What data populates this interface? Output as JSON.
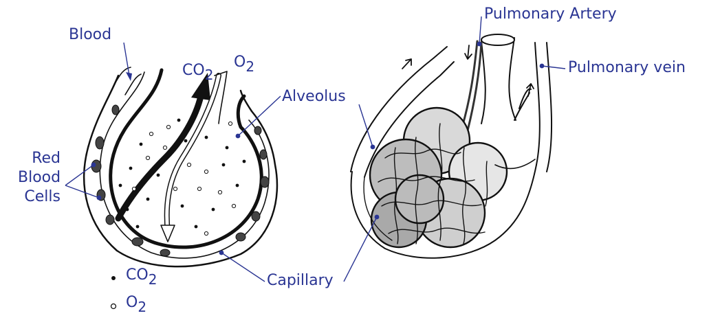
{
  "labels": {
    "blood": "Blood",
    "co2_main": "CO",
    "co2_main_sub": "2",
    "o2_main": "O",
    "o2_main_sub": "2",
    "alveolus": "Alveolus",
    "red_line1": "Red",
    "red_line2": "Blood",
    "red_line3": "Cells",
    "capillary": "Capillary",
    "pulmonary_artery": "Pulmonary Artery",
    "pulmonary_vein": "Pulmonary vein"
  },
  "legend": {
    "co2": "CO",
    "co2_sub": "2",
    "o2": "O",
    "o2_sub": "2"
  },
  "colors": {
    "label_blue": "#2a3593",
    "ink": "#111111",
    "shade": "#555555"
  }
}
